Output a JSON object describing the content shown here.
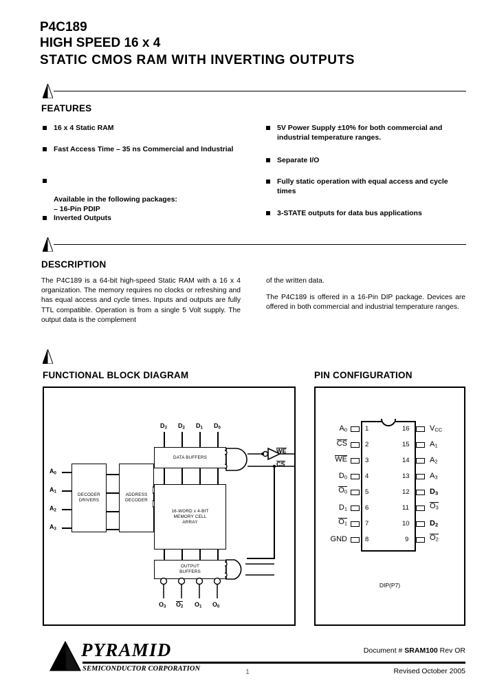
{
  "document": {
    "part_number": "P4C189",
    "title_line2": "HIGH SPEED 16 x 4",
    "title_line3": "STATIC  CMOS  RAM  WITH  INVERTING  OUTPUTS"
  },
  "features": {
    "heading": "FEATURES",
    "left_items": [
      "16 x 4 Static RAM",
      "Fast Access Time – 35 ns Commercial and Industrial",
      "Available in the following packages:\n– 16-Pin PDIP",
      "Inverted Outputs"
    ],
    "right_items": [
      "5V Power Supply ±10% for both commercial and industrial  temperature ranges.",
      "Separate  I/O",
      "Fully static operation with equal access and cycle times",
      "3-STATE outputs for data bus applications"
    ]
  },
  "description": {
    "heading": "DESCRIPTION",
    "left_paragraph": "The P4C189 is a 64-bit high-speed Static RAM with a 16 x 4 organization.   The memory requires no clocks or refreshing and has equal access and cycle times. Inputs and outputs are fully TTL compatible. Operation is from a single 5 Volt supply.   The output data is the complement",
    "right_paragraph_1": "of the written data.",
    "right_paragraph_2": "The P4C189 is offered in a 16-Pin DIP package. Devices are offered in both commercial and industrial temperature ranges."
  },
  "block_diagram": {
    "heading": "FUNCTIONAL BLOCK DIAGRAM",
    "blocks": {
      "decoder_drivers": "DECODER\nDRIVERS",
      "address_decoder": "ADDRESS\nDECODER",
      "memory_array": "16-WORD x 4-BIT\nMEMORY CELL\nARRAY",
      "data_buffers": "DATA BUFFERS",
      "output_buffers": "OUTPUT\nBUFFERS"
    },
    "address_inputs": [
      "A",
      "A",
      "A",
      "A"
    ],
    "address_subs": [
      "0",
      "1",
      "2",
      "3"
    ],
    "data_inputs": [
      "D",
      "D",
      "D",
      "D"
    ],
    "data_subs": [
      "3",
      "2",
      "1",
      "0"
    ],
    "outputs_subs": [
      "3",
      "2",
      "1",
      "0"
    ],
    "output_base": "O",
    "control_we": "WE",
    "control_cs": "CS"
  },
  "pin_configuration": {
    "heading": "PIN CONFIGURATION",
    "caption": "DIP(P7)",
    "left_pins": [
      {
        "num": "1",
        "label": "A",
        "sub": "0",
        "overline": false
      },
      {
        "num": "2",
        "label": "CS",
        "sub": "",
        "overline": true
      },
      {
        "num": "3",
        "label": "WE",
        "sub": "",
        "overline": true
      },
      {
        "num": "4",
        "label": "D",
        "sub": "0",
        "overline": false
      },
      {
        "num": "5",
        "label": "O",
        "sub": "0",
        "overline": true
      },
      {
        "num": "6",
        "label": "D",
        "sub": "1",
        "overline": false
      },
      {
        "num": "7",
        "label": "O",
        "sub": "1",
        "overline": true
      },
      {
        "num": "8",
        "label": "GND",
        "sub": "",
        "overline": false
      }
    ],
    "right_pins": [
      {
        "num": "16",
        "label": "V",
        "sub": "CC",
        "overline": false
      },
      {
        "num": "15",
        "label": "A",
        "sub": "1",
        "overline": false
      },
      {
        "num": "14",
        "label": "A",
        "sub": "2",
        "overline": false
      },
      {
        "num": "13",
        "label": "A",
        "sub": "3",
        "overline": false
      },
      {
        "num": "12",
        "label": "D",
        "sub": "3",
        "overline": false
      },
      {
        "num": "11",
        "label": "O",
        "sub": "3",
        "overline": true
      },
      {
        "num": "10",
        "label": "D",
        "sub": "2",
        "overline": false
      },
      {
        "num": "9",
        "label": "O",
        "sub": "2",
        "overline": true
      }
    ]
  },
  "footer": {
    "brand": "PYRAMID",
    "brand_sub": "SEMICONDUCTOR CORPORATION",
    "document_prefix": "Document # ",
    "document_code": "SRAM100",
    "document_suffix": " Rev OR",
    "revised": "Revised October 2005",
    "page_number": "1"
  }
}
